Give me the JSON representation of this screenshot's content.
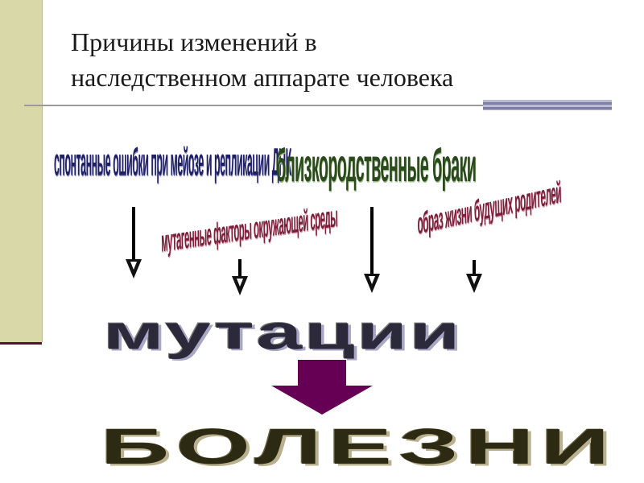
{
  "slide": {
    "title_line1": "Причины изменений в",
    "title_line2": "наследственном аппарате человека",
    "causes": {
      "spontaneous": "спонтанные ошибки при мейозе и репликации ДНК",
      "consanguineous": "близкородственные браки",
      "mutagenic": "мутагенные факторы окружающей среды",
      "lifestyle": "образ жизни будущих родителей"
    },
    "result": "мутации",
    "consequence": "БОЛЕЗНИ"
  },
  "colors": {
    "side_bar": "#d8d8a8",
    "side_bar_line": "#5b0f2b",
    "big_arrow": "#660055",
    "spontaneous_text": "#1f1f66",
    "consanguineous_text": "#2a4a1c",
    "mutagenic_text": "#7a1f3a"
  },
  "icons": {
    "cause_arrows": "arrow-down-icon",
    "result_arrow": "big-arrow-down-icon"
  }
}
